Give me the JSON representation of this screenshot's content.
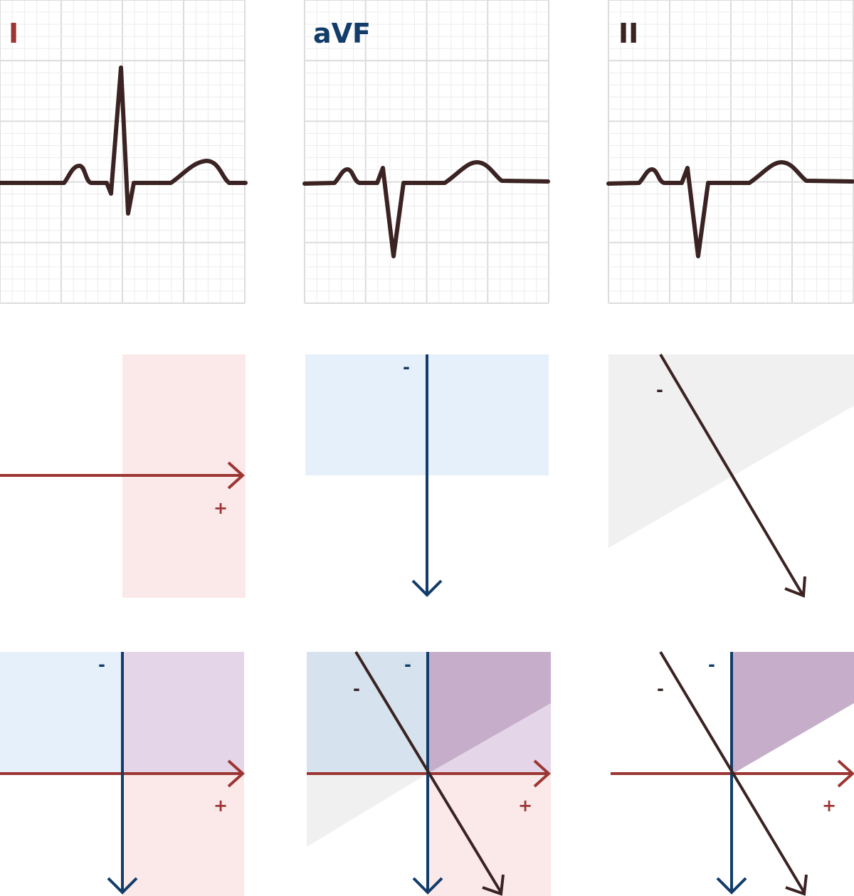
{
  "colors": {
    "lead_I": "#9b3633",
    "lead_aVF": "#123c69",
    "lead_II": "#3a2322",
    "trace": "#3a2322",
    "grid_minor": "#ececec",
    "grid_major": "#dcdcdc",
    "red_zone": "#fbe8e9",
    "blue_zone": "#e6f0fa",
    "gray_zone": "#f0f0f0",
    "overlap_purple": "#e5d5e8",
    "overlap_purple_dark": "#c6aecb",
    "overlap_blue_gray": "#d6e3ee"
  },
  "leads": [
    {
      "id": "I",
      "label": "I",
      "color_key": "lead_I"
    },
    {
      "id": "aVF",
      "label": "aVF",
      "color_key": "lead_aVF"
    },
    {
      "id": "II",
      "label": "II",
      "color_key": "lead_II"
    }
  ],
  "signs": {
    "plus": "+",
    "minus": "-"
  },
  "icons": {
    "axis_arrowhead": "arrow-head-icon"
  }
}
